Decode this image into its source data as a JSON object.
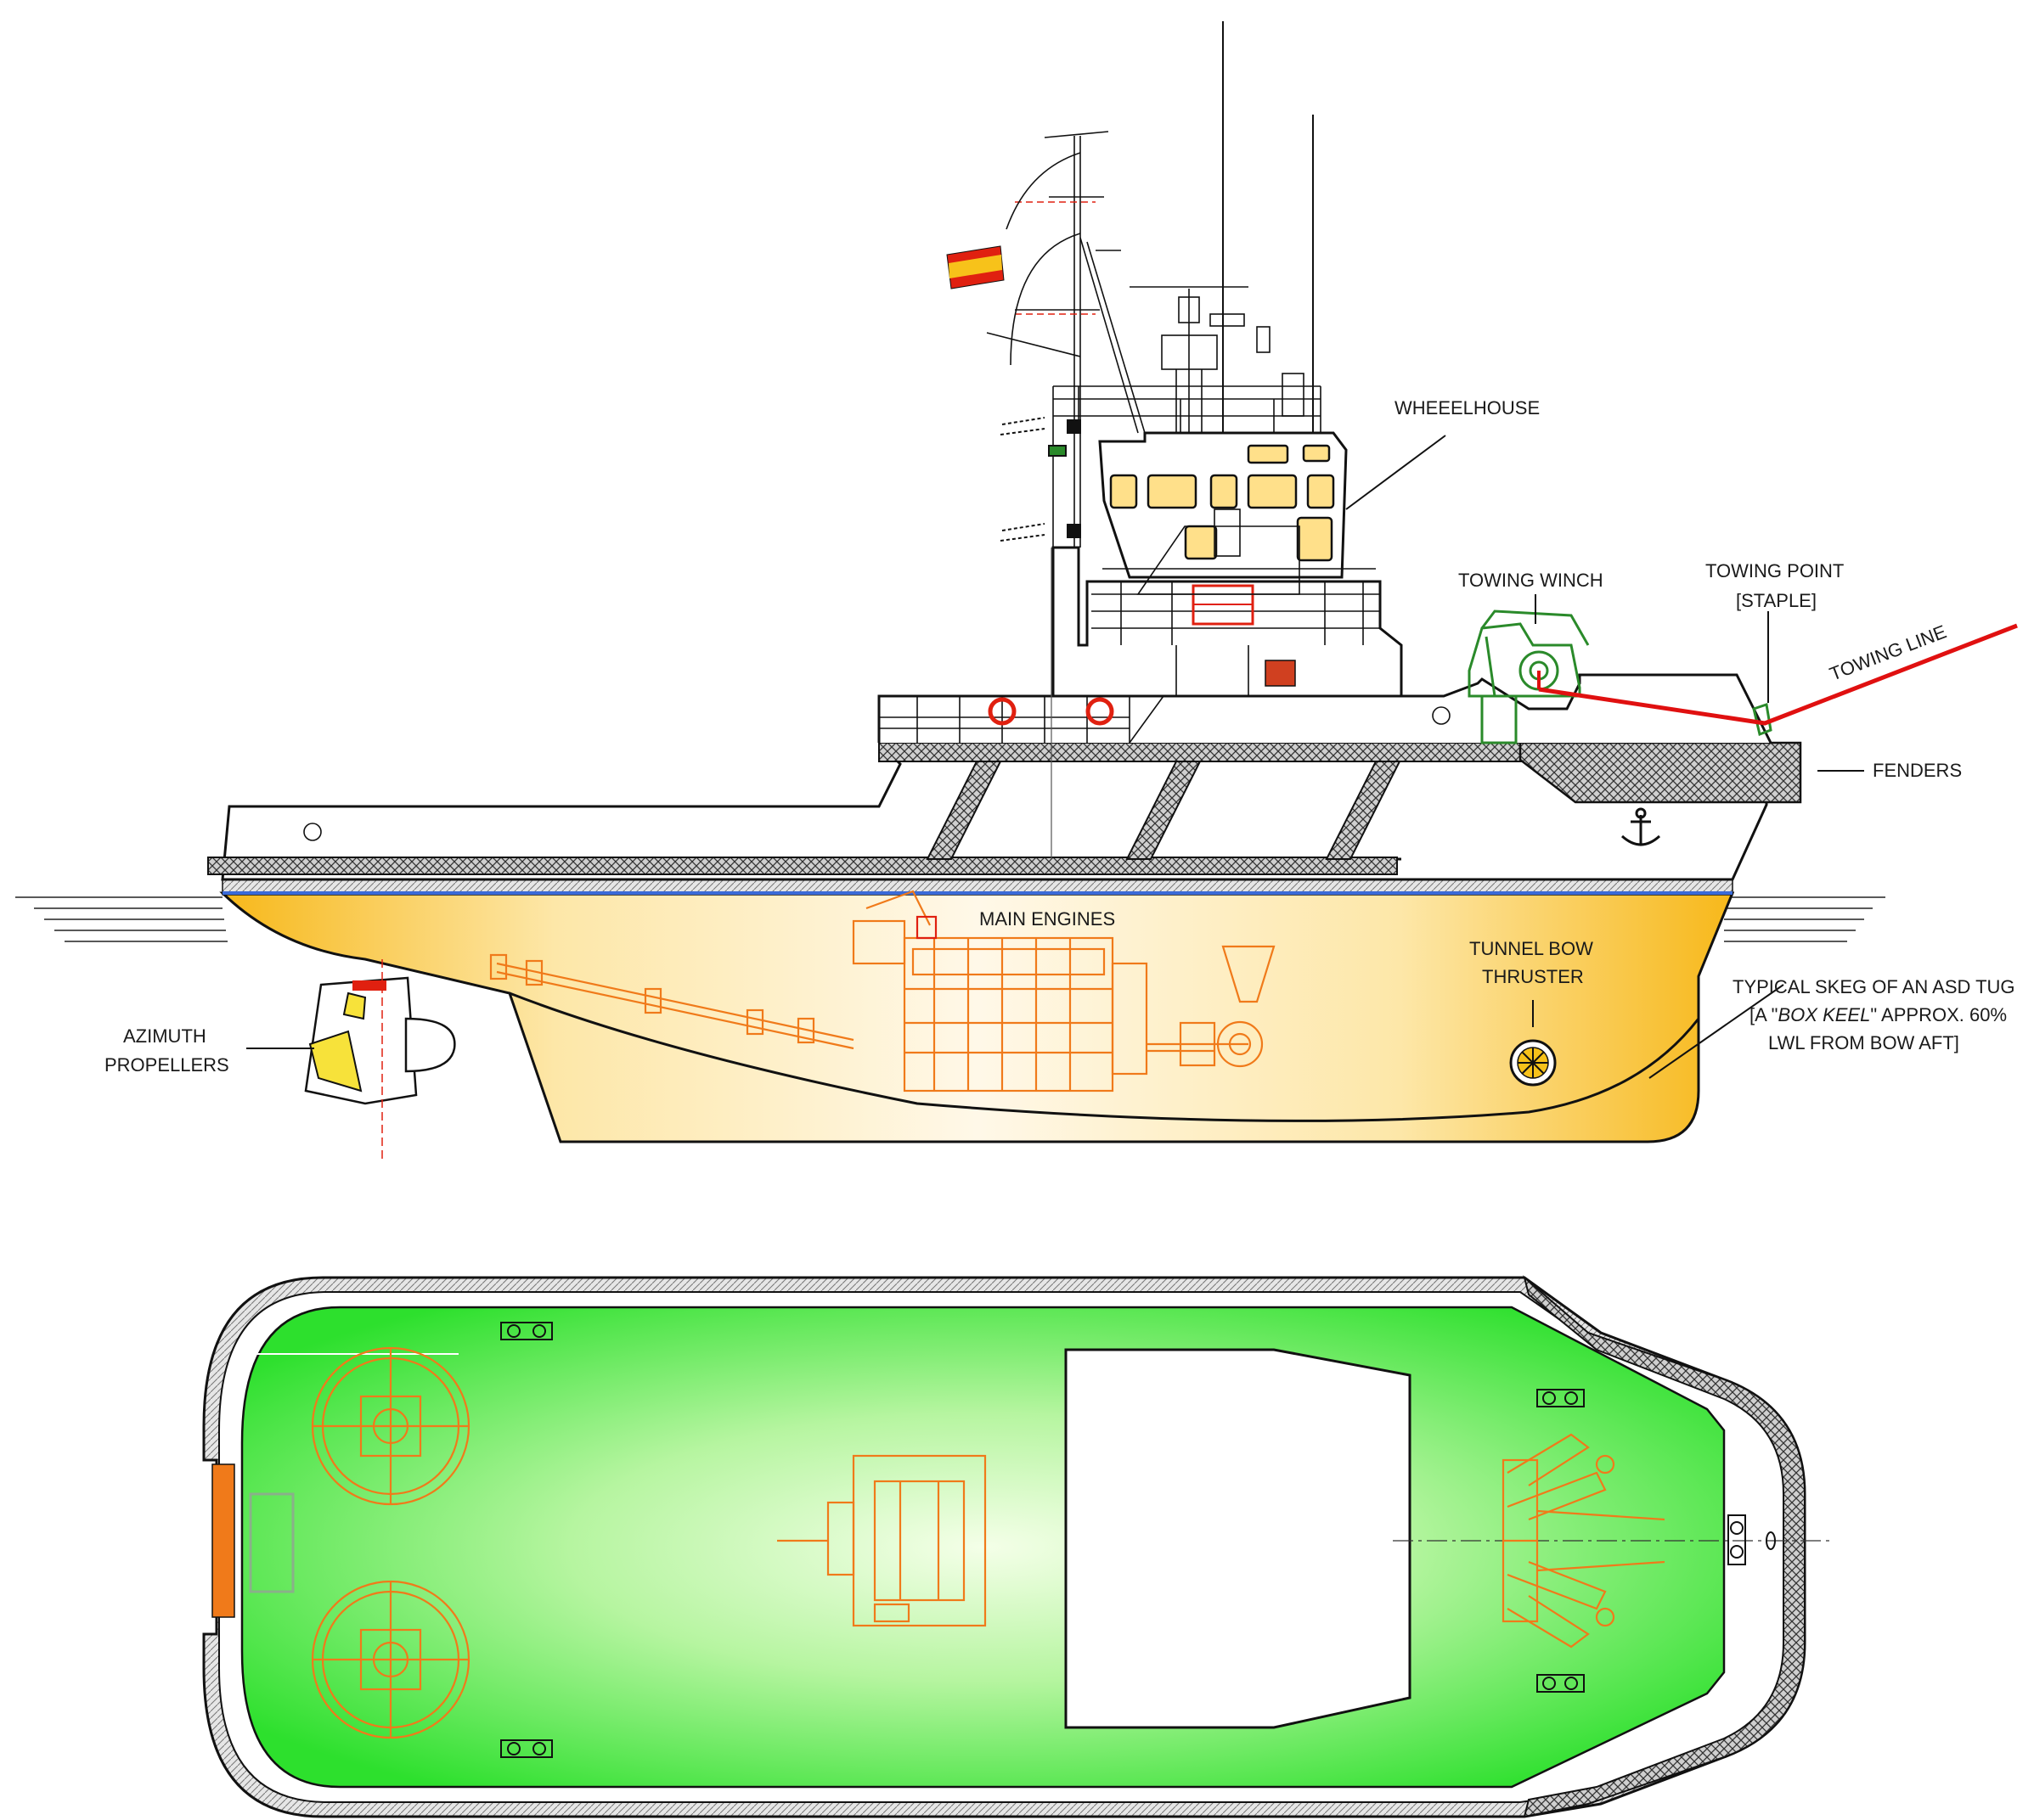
{
  "labels": {
    "wheelhouse": "WHEEELHOUSE",
    "towing_winch": "TOWING WINCH",
    "towing_point_1": "TOWING POINT",
    "towing_point_2": "[STAPLE]",
    "towing_line": "TOWING LINE",
    "fenders": "FENDERS",
    "main_engines": "MAIN ENGINES",
    "tunnel_bow_1": "TUNNEL BOW",
    "tunnel_bow_2": "THRUSTER",
    "azimuth_1": "AZIMUTH",
    "azimuth_2": "PROPELLERS",
    "skeg_1": "TYPICAL SKEG OF AN ASD TUG",
    "skeg_2_pre": "[A \"",
    "skeg_2_italic": "BOX KEEL",
    "skeg_2_post": "\" APPROX. 60%",
    "skeg_3": "LWL FROM BOW AFT]"
  },
  "colors": {
    "hull_yellow": "#f7b81a",
    "hull_fade": "#fff8e8",
    "deck_green": "#2de02d",
    "deck_fade": "#f4ffe8",
    "equipment_orange": "#f07a1a",
    "towing_line_red": "#e01010",
    "flag_red": "#e02010",
    "flag_yellow": "#f7c21a",
    "winch_green": "#2a8a2a",
    "window_fill": "#ffe08a",
    "waterline_blue": "#3a6ad8"
  }
}
